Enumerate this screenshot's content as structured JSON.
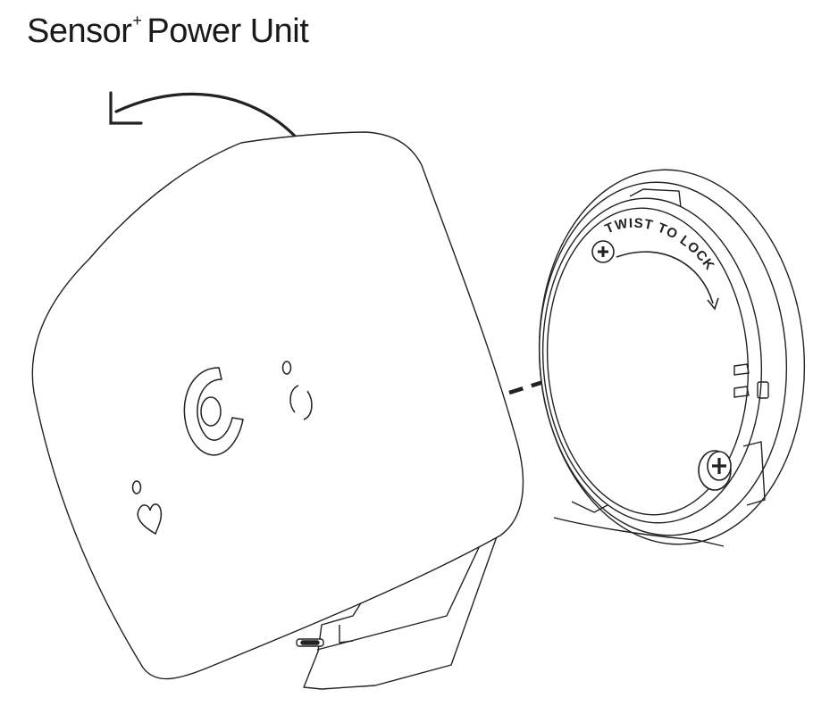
{
  "title": {
    "main": "Sensor",
    "superscript": "+",
    "rest": "Power Unit"
  },
  "plate": {
    "engraving": "TWIST TO LOCK"
  },
  "colors": {
    "line": "#222222",
    "background": "#ffffff"
  },
  "icons": [
    "rotate-arrow-icon",
    "heart-icon",
    "c-logo-icon",
    "screw-icon",
    "arrow-icon"
  ]
}
